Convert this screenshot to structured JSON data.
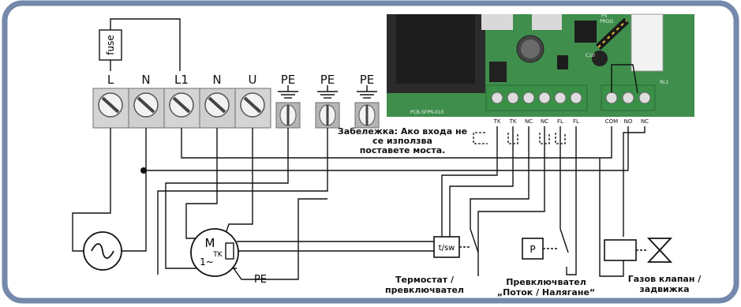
{
  "terminals": [
    "L",
    "N",
    "L1",
    "N",
    "U",
    "PE",
    "PE",
    "PE"
  ],
  "fuse_label": "fuse",
  "pcb": {
    "model": "PCB-SFPR-010",
    "pin_labels": [
      "TK",
      "TK",
      "NC",
      "NC",
      "FL",
      "FL",
      "COM",
      "NO",
      "NC"
    ],
    "jumper_label": "P5",
    "prog_label": "PROG",
    "cap_label": "C10",
    "relay_label": "RL1"
  },
  "note": {
    "line1": "Забележка: Ако входа не",
    "line2": "се използва",
    "line3": "поставете моста."
  },
  "motor": {
    "letter": "M",
    "phase": "1~",
    "tk": "TK",
    "pe": "PE"
  },
  "thermostat": {
    "box": "t/sw",
    "cap1": "Термостат /",
    "cap2": "превключвател"
  },
  "pressure": {
    "box": "P",
    "cap1": "Превключвател",
    "cap2": "„Поток / Налягане“"
  },
  "gas": {
    "cap1": "Газов клапан /",
    "cap2": "задвижка"
  },
  "colors": {
    "frame": "#7489ab",
    "pcb": "#3f8e4c",
    "terminal": "#3a8f47"
  }
}
